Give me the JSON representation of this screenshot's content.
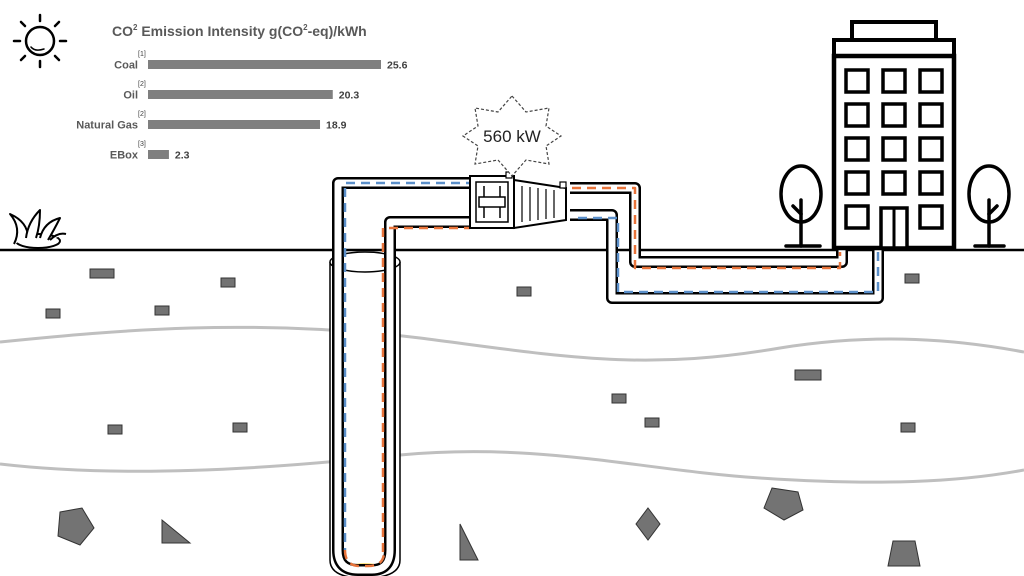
{
  "chart_data": {
    "type": "bar",
    "orientation": "horizontal",
    "title": "CO2 Emission Intensity g(CO2-eq)/kWh",
    "title_parts": {
      "a": "CO",
      "sup1": "2",
      "b": " Emission Intensity g(CO",
      "sup2": "2",
      "c": "-eq)/kWh"
    },
    "categories": [
      "Coal",
      "Oil",
      "Natural Gas",
      "EBox"
    ],
    "values": [
      25.6,
      20.3,
      18.9,
      2.3
    ],
    "value_labels": [
      "25.6",
      "20.3",
      "18.9",
      "2.3"
    ],
    "references": [
      "[1]",
      "[2]",
      "[2]",
      "[3]"
    ],
    "bar_color": "#7f7f7f",
    "xlim": [
      0,
      25.6
    ]
  },
  "power_label": "560 kW",
  "colors": {
    "ground_line": "#000000",
    "strata_line": "#bfbfbf",
    "rock": "#737373",
    "cold_flow": "#5b8fc9",
    "hot_flow": "#e8743b",
    "bottom_glow": "#ffe680"
  },
  "icons": [
    "sun-icon",
    "grass-icon",
    "building-icon",
    "tree-icon",
    "heat-exchanger-icon"
  ]
}
